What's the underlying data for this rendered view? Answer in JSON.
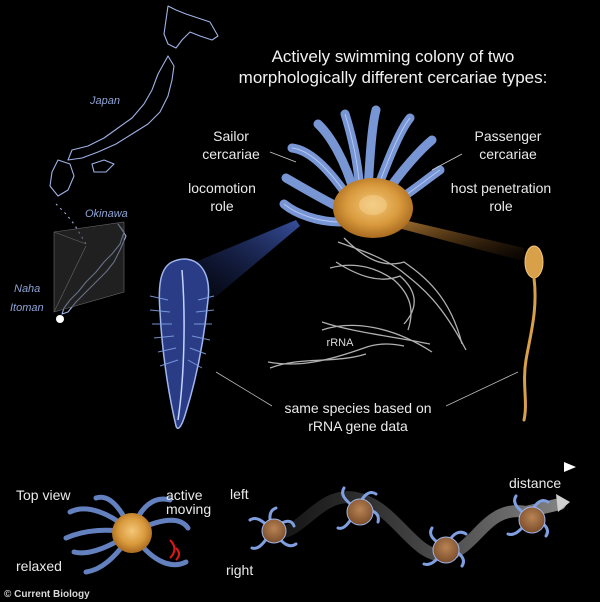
{
  "title_line1": "Actively swimming colony of two",
  "title_line2": "morphologically different cercariae types:",
  "sailor": {
    "line1": "Sailor",
    "line2": "cercariae",
    "role1": "locomotion",
    "role2": "role"
  },
  "passenger": {
    "line1": "Passenger",
    "line2": "cercariae",
    "role1": "host penetration",
    "role2": "role"
  },
  "rrna_label": "rRNA",
  "species_line1": "same species based on",
  "species_line2": "rRNA gene data",
  "map": {
    "japan": "Japan",
    "okinawa": "Okinawa",
    "naha": "Naha",
    "itoman": "Itoman"
  },
  "bottom": {
    "top_view": "Top view",
    "active_line1": "active",
    "active_line2": "moving",
    "relaxed": "relaxed",
    "left": "left",
    "right": "right",
    "distance": "distance"
  },
  "credit": "© Current Biology",
  "colors": {
    "background": "#000000",
    "blue": "#7f9fe0",
    "orange": "#d9a04a",
    "body_orange": "#c98a2e"
  }
}
